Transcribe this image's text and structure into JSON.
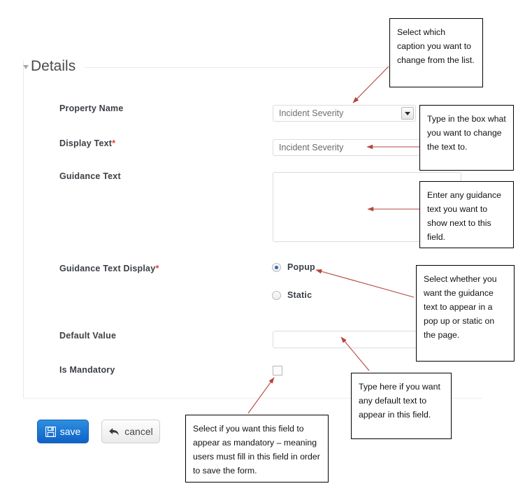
{
  "section": {
    "title": "Details",
    "collapse_icon": "triangle-down-icon"
  },
  "form": {
    "fields": [
      {
        "label": "Property Name",
        "required": false,
        "control": "select",
        "value": "Incident Severity"
      },
      {
        "label": "Display Text",
        "required": true,
        "control": "text",
        "value": "Incident Severity"
      },
      {
        "label": "Guidance Text",
        "required": false,
        "control": "textarea",
        "value": ""
      },
      {
        "label": "Guidance Text Display",
        "required": true,
        "control": "radio",
        "value": "Popup"
      },
      {
        "label": "Default Value",
        "required": false,
        "control": "text",
        "value": ""
      },
      {
        "label": "Is Mandatory",
        "required": false,
        "control": "checkbox",
        "value": "unchecked"
      }
    ],
    "required_marker": "*",
    "radio_options": [
      "Popup",
      "Static"
    ]
  },
  "buttons": {
    "save": {
      "label": "save",
      "icon": "floppy-disk-icon",
      "color": "#1b74cd"
    },
    "cancel": {
      "label": "cancel",
      "icon": "undo-arrow-icon",
      "color": "#f1f0f0"
    }
  },
  "annotations": [
    {
      "text": "Select which caption you want to change from the list."
    },
    {
      "text": "Type in the box what you want to change the text to."
    },
    {
      "text": "Enter any guidance text you want to show next to this field."
    },
    {
      "text": "Select whether you want the guidance text to appear in a pop up or static on the page."
    },
    {
      "text": "Type here if you want any default text to appear in this field."
    },
    {
      "text": "Select if you want this field to appear as mandatory – meaning users must fill in this field in order to save the form."
    }
  ],
  "colors": {
    "arrow": "#b5453c",
    "required_star": "#e8443a",
    "label": "#3b3f44",
    "radio_dot": "#2a6ab5"
  }
}
